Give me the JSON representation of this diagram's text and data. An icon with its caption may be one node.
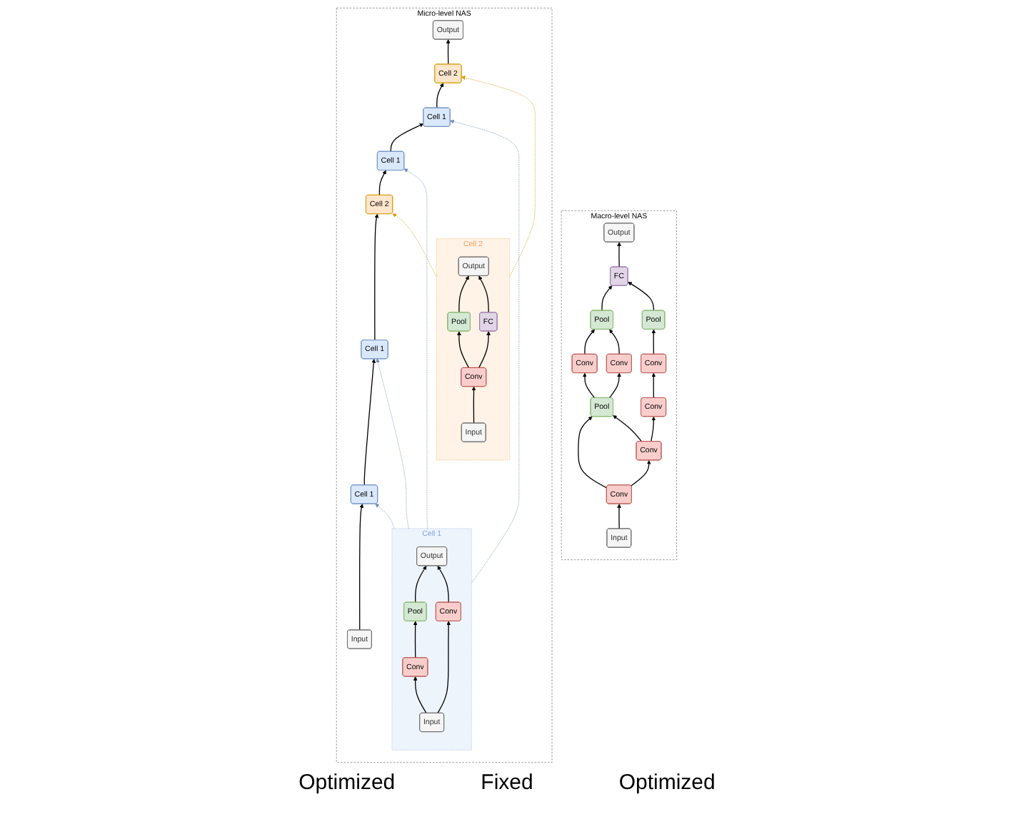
{
  "diagram": {
    "nodes": [
      {
        "text": [
          "Macro-level NAS"
        ]
      },
      {
        "text": [
          "Output"
        ],
        "in": 0
      },
      {
        "text": [
          "FC"
        ],
        "in": 0
      },
      {
        "text": [
          "Pool"
        ],
        "in": 0
      },
      {
        "text": [
          "Pool"
        ],
        "in": 0
      },
      {
        "text": [
          "Conv"
        ],
        "in": 0
      },
      {
        "text": [
          "Conv"
        ],
        "in": 0
      },
      {
        "text": [
          "Conv"
        ],
        "in": 0
      },
      {
        "text": [
          "Pool"
        ],
        "in": 0
      },
      {
        "text": [
          "Conv"
        ],
        "in": 0
      },
      {
        "text": [
          "Conv"
        ],
        "in": 0
      },
      {
        "text": [
          "Conv"
        ],
        "in": 0
      },
      {
        "text": [
          "Input"
        ],
        "in": 0
      },
      {
        "text": [
          "Micro-level NAS"
        ]
      },
      {
        "text": [
          "Output"
        ],
        "in": 13
      },
      {
        "text": [
          "Cell 2"
        ],
        "in": 13
      },
      {
        "text": [
          "Cell 1"
        ],
        "in": 13
      },
      {
        "text": [
          "Cell 1"
        ],
        "in": 13
      },
      {
        "text": [
          "Cell 2"
        ],
        "in": 13
      },
      {
        "text": [
          "Cell 1"
        ],
        "in": 13
      },
      {
        "text": [
          "Cell 1"
        ],
        "in": 13
      },
      {
        "text": [
          "Input"
        ],
        "in": 13
      },
      {
        "text": [
          "Cell 2"
        ],
        "in": 13
      },
      {
        "text": [
          "Output"
        ],
        "in": 22
      },
      {
        "text": [
          "Pool"
        ],
        "in": 22
      },
      {
        "text": [
          "FC"
        ],
        "in": 22
      },
      {
        "text": [
          "Conv"
        ],
        "in": 22
      },
      {
        "text": [
          "Input"
        ],
        "in": 22
      },
      {
        "text": [
          "Cell 1"
        ],
        "in": 13
      },
      {
        "text": [
          "Output"
        ],
        "in": 28
      },
      {
        "text": [
          "Pool"
        ],
        "in": 28
      },
      {
        "text": [
          "Conv"
        ],
        "in": 28
      },
      {
        "text": [
          "Conv"
        ],
        "in": 28
      },
      {
        "text": [
          "Input"
        ],
        "in": 28
      }
    ],
    "edges": [
      {
        "from": 12,
        "to": 11,
        "arrow": "to"
      },
      {
        "from": 11,
        "to": 10,
        "arrow": "to"
      },
      {
        "from": 11,
        "to": 8,
        "arrow": "to"
      },
      {
        "from": 10,
        "to": 8,
        "arrow": "to"
      },
      {
        "from": 10,
        "to": 9,
        "arrow": "to"
      },
      {
        "from": 8,
        "to": 5,
        "arrow": "to"
      },
      {
        "from": 8,
        "to": 6,
        "arrow": "to"
      },
      {
        "from": 9,
        "to": 7,
        "arrow": "to"
      },
      {
        "from": 5,
        "to": 3,
        "arrow": "to"
      },
      {
        "from": 6,
        "to": 3,
        "arrow": "to"
      },
      {
        "from": 7,
        "to": 4,
        "arrow": "to"
      },
      {
        "from": 3,
        "to": 2,
        "arrow": "to"
      },
      {
        "from": 4,
        "to": 2,
        "arrow": "to"
      },
      {
        "from": 2,
        "to": 1,
        "arrow": "to"
      },
      {
        "from": 21,
        "to": 20,
        "arrow": "to"
      },
      {
        "from": 20,
        "to": 19,
        "arrow": "to"
      },
      {
        "from": 19,
        "to": 18,
        "arrow": "to"
      },
      {
        "from": 18,
        "to": 17,
        "arrow": "to"
      },
      {
        "from": 17,
        "to": 16,
        "arrow": "to"
      },
      {
        "from": 16,
        "to": 15,
        "arrow": "to"
      },
      {
        "from": 15,
        "to": 14,
        "arrow": "to"
      },
      {
        "from": 22,
        "to": 15,
        "arrow": "to",
        "style": "dashed",
        "color": "#d79b00"
      },
      {
        "from": 22,
        "to": 18,
        "arrow": "to",
        "style": "dashed",
        "color": "#d79b00"
      },
      {
        "from": 28,
        "to": 16,
        "arrow": "to",
        "style": "dashed",
        "color": "#6c8ebf"
      },
      {
        "from": 28,
        "to": 17,
        "arrow": "to",
        "style": "dashed",
        "color": "#6c8ebf"
      },
      {
        "from": 28,
        "to": 19,
        "arrow": "to",
        "style": "dashed",
        "color": "#6c8ebf"
      },
      {
        "from": 28,
        "to": 20,
        "arrow": "to",
        "style": "dashed",
        "color": "#6c8ebf"
      },
      {
        "from": 27,
        "to": 26,
        "arrow": "to"
      },
      {
        "from": 26,
        "to": 24,
        "arrow": "to"
      },
      {
        "from": 26,
        "to": 25,
        "arrow": "to"
      },
      {
        "from": 24,
        "to": 23,
        "arrow": "to"
      },
      {
        "from": 25,
        "to": 23,
        "arrow": "to"
      },
      {
        "from": 33,
        "to": 32,
        "arrow": "to"
      },
      {
        "from": 33,
        "to": 31,
        "arrow": "to"
      },
      {
        "from": 32,
        "to": 30,
        "arrow": "to"
      },
      {
        "from": 30,
        "to": 29,
        "arrow": "to"
      },
      {
        "from": 31,
        "to": 29,
        "arrow": "to"
      }
    ],
    "labels": [
      "Optimized",
      "Fixed",
      "Optimized"
    ]
  }
}
